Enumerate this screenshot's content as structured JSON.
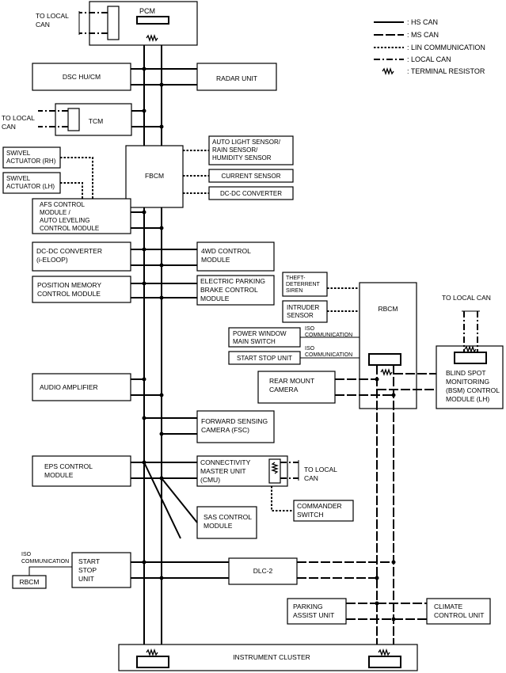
{
  "legend": {
    "hs_can": ": HS CAN",
    "ms_can": ": MS CAN",
    "lin": ": LIN COMMUNICATION",
    "local_can": ": LOCAL CAN",
    "terminal_resistor": ": TERMINAL RESISTOR"
  },
  "labels": {
    "to_local_can": [
      "TO LOCAL",
      "CAN"
    ],
    "to_local_can_right": "TO LOCAL CAN",
    "iso_communication": [
      "ISO",
      "COMMUNICATION"
    ]
  },
  "modules": {
    "pcm": "PCM",
    "dsc": "DSC HU/CM",
    "radar": "RADAR UNIT",
    "tcm": "TCM",
    "fbcm": "FBCM",
    "auto_light": [
      "AUTO LIGHT SENSOR/",
      "RAIN SENSOR/",
      "HUMIDITY SENSOR"
    ],
    "current_sensor": "CURRENT SENSOR",
    "dcdc": "DC-DC CONVERTER",
    "swivel_rh": [
      "SWIVEL",
      "ACTUATOR (RH)"
    ],
    "swivel_lh": [
      "SWIVEL",
      "ACTUATOR (LH)"
    ],
    "afs": [
      "AFS CONTROL",
      "MODULE /",
      "AUTO LEVELING",
      "CONTROL MODULE"
    ],
    "dcdc_ieloop": [
      "DC-DC CONVERTER",
      "(i-ELOOP)"
    ],
    "fourwd": [
      "4WD CONTROL",
      "MODULE"
    ],
    "position_memory": [
      "POSITION MEMORY",
      "CONTROL MODULE"
    ],
    "epb": [
      "ELECTRIC PARKING",
      "BRAKE CONTROL",
      "MODULE"
    ],
    "theft_siren": [
      "THEFT-",
      "DETERRENT",
      "SIREN"
    ],
    "intruder": [
      "INTRUDER",
      "SENSOR"
    ],
    "rbcm": "RBCM",
    "power_window": [
      "POWER WINDOW",
      "MAIN SWITCH"
    ],
    "start_stop_unit": "START STOP UNIT",
    "rear_camera": [
      "REAR MOUNT",
      "CAMERA"
    ],
    "bsm": [
      "BLIND SPOT",
      "MONITORING",
      "(BSM) CONTROL",
      "MODULE (LH)"
    ],
    "audio": "AUDIO AMPLIFIER",
    "fsc": [
      "FORWARD SENSING",
      "CAMERA (FSC)"
    ],
    "eps": [
      "EPS CONTROL",
      "MODULE"
    ],
    "cmu": [
      "CONNECTIVITY",
      "MASTER UNIT",
      "(CMU)"
    ],
    "commander": [
      "COMMANDER",
      "SWITCH"
    ],
    "sas": [
      "SAS CONTROL",
      "MODULE"
    ],
    "rbcm_small": "RBCM",
    "start_stop_unit_left": [
      "START",
      "STOP",
      "UNIT"
    ],
    "dlc2": "DLC-2",
    "parking_assist": [
      "PARKING",
      "ASSIST UNIT"
    ],
    "climate": [
      "CLIMATE",
      "CONTROL UNIT"
    ],
    "instrument_cluster": "INSTRUMENT CLUSTER"
  }
}
